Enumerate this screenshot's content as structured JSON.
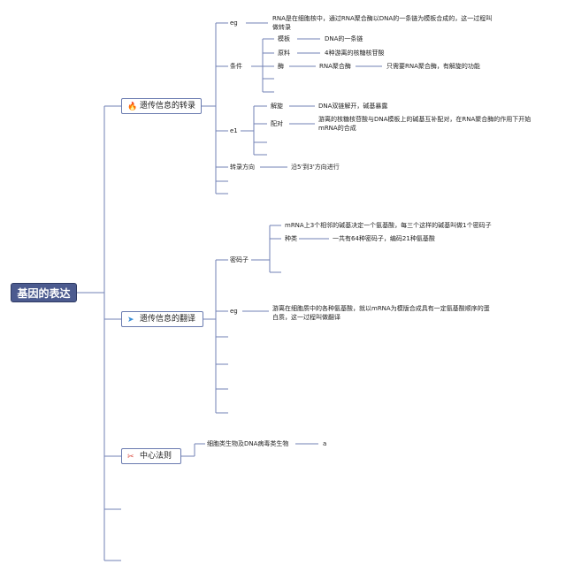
{
  "root": {
    "label": "基因的表达"
  },
  "branches": [
    {
      "label": "遗传信息的转录",
      "icon": "flame-icon",
      "icon_glyph": "🔥",
      "icon_color": "#2f7de1"
    },
    {
      "label": "遗传信息的翻译",
      "icon": "paper-plane-icon",
      "icon_glyph": "➤",
      "icon_color": "#3a8fd8"
    },
    {
      "label": "中心法则",
      "icon": "tools-icon",
      "icon_glyph": "✂",
      "icon_color": "#d9463a"
    }
  ],
  "transcription": {
    "eg_label": "eg",
    "eg_text": "RNA是在细胞核中，通过RNA聚合酶以DNA的一条链为模板合成的，这一过程叫做转录",
    "conditions_label": "条件",
    "conditions": [
      {
        "key": "模板",
        "value": "DNA的一条链"
      },
      {
        "key": "原料",
        "value": "4种游离的核糖核苷酸"
      },
      {
        "key": "酶",
        "value": "RNA聚合酶",
        "extra": "只需要RNA聚合酶，有解旋的功能"
      }
    ],
    "e1_label": "e1",
    "e1_items": [
      {
        "key": "解旋",
        "value": "DNA双链解开，碱基暴露"
      },
      {
        "key": "配对",
        "value": "游离的核糖核苷酸与DNA模板上的碱基互补配对，在RNA聚合酶的作用下开始mRNA的合成"
      }
    ],
    "direction_label": "转录方向",
    "direction_value": "沿5'到3'方向进行"
  },
  "translation": {
    "codon_label": "密码子",
    "codon_def": "mRNA上3个相邻的碱基决定一个氨基酸，每三个这样的碱基叫做1个密码子",
    "kinds_label": "种类",
    "kinds_value": "一共有64种密码子，编码21种氨基酸",
    "eg_label": "eg",
    "eg_text": "游离在细胞质中的各种氨基酸，就以mRNA为模版合成具有一定氨基酸顺序的蛋白质，这一过程叫做翻译"
  },
  "central_dogma": {
    "item_label": "细胞类生物及DNA病毒类生物",
    "item_value": "a"
  },
  "colors": {
    "line": "#6a7bb0",
    "root_bg": "#4c5b8f"
  }
}
